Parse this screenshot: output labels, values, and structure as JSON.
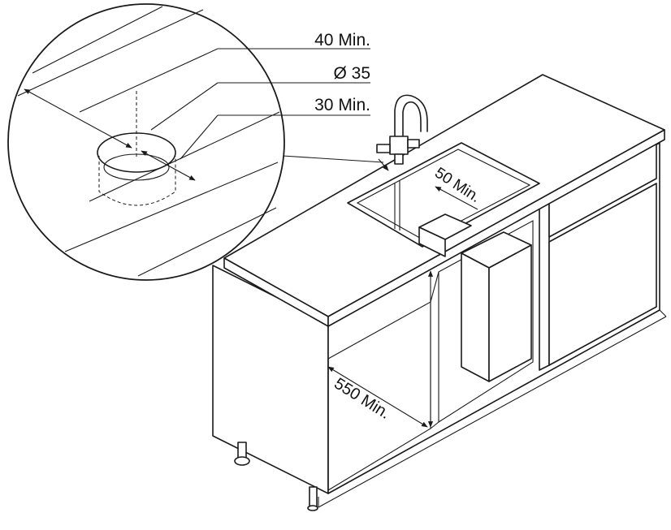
{
  "labels": {
    "dim_40_min": "40 Min.",
    "dim_diameter_35": "Ø 35",
    "dim_30_min": "30 Min.",
    "dim_50_min": "50 Min.",
    "dim_550_min": "550 Min."
  }
}
